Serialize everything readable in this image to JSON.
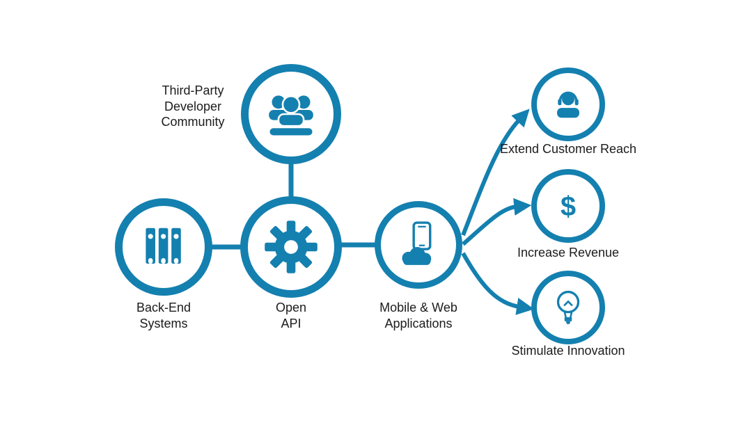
{
  "title": "Open API ecosystem diagram",
  "colors": {
    "accent": "#1480AF",
    "text": "#1b1b1b",
    "background": "#ffffff"
  },
  "nodes": {
    "community": {
      "label": "Third-Party\nDeveloper\nCommunity",
      "icon": "people-group-icon"
    },
    "backend": {
      "label": "Back-End\nSystems",
      "icon": "binders-icon"
    },
    "api": {
      "label": "Open\nAPI",
      "icon": "gear-icon"
    },
    "apps": {
      "label": "Mobile & Web\nApplications",
      "icon": "phone-cloud-icon"
    },
    "reach": {
      "label": "Extend Customer Reach",
      "icon": "headset-person-icon"
    },
    "revenue": {
      "label": "Increase Revenue",
      "icon": "dollar-icon"
    },
    "innovation": {
      "label": "Stimulate Innovation",
      "icon": "lightbulb-icon"
    }
  },
  "icons": {
    "dollar_glyph": "$"
  },
  "connections": [
    "backend-api",
    "community-api",
    "api-apps",
    "apps-reach",
    "apps-revenue",
    "apps-innovation"
  ]
}
